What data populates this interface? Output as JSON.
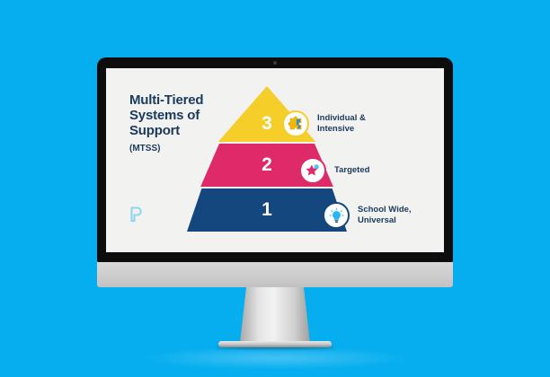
{
  "scene": {
    "background_color": "#06AEEF",
    "device": "desktop-monitor",
    "screen_background": "#F2F2F1"
  },
  "slide": {
    "title": "Multi-Tiered\nSystems of\nSupport",
    "subtitle": "(MTSS)",
    "logo_glyph": "℗",
    "title_color": "#1A3A5C"
  },
  "pyramid": {
    "tiers": [
      {
        "number": "3",
        "color": "#F5CE2A",
        "label": "Individual &\nIntensive",
        "icon": "puzzle-piece-icon"
      },
      {
        "number": "2",
        "color": "#DE2A69",
        "label": "Targeted",
        "icon": "star-icon"
      },
      {
        "number": "1",
        "color": "#14477D",
        "label": "School Wide,\nUniversal",
        "icon": "lightbulb-icon"
      }
    ]
  }
}
